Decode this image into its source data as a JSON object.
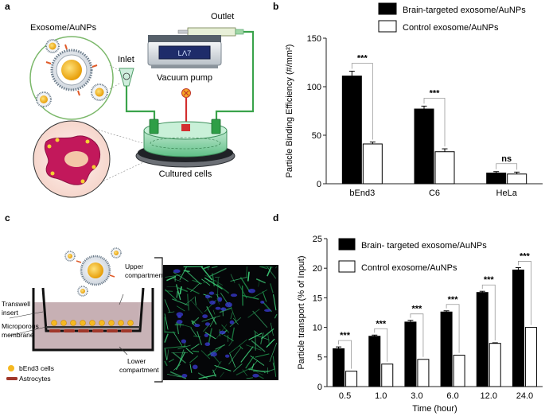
{
  "figure": {
    "panel_labels": {
      "a": "a",
      "b": "b",
      "c": "c",
      "d": "d"
    },
    "panel_a": {
      "exosome_label": "Exosome/AuNPs",
      "inlet_label": "Inlet",
      "outlet_label": "Outlet",
      "pump_label": "Vacuum pump",
      "pump_display": "LΛ7",
      "cells_label": "Cultured cells"
    },
    "panel_c": {
      "upper_label_1": "Upper",
      "upper_label_2": "compartment",
      "transwell_label_1": "Transwell",
      "transwell_label_2": "insert",
      "membrane_label_1": "Microporous",
      "membrane_label_2": "membrane",
      "lower_label_1": "Lower",
      "lower_label_2": "compartment",
      "legend_cells": "bEnd3 cells",
      "legend_astro": "Astrocytes"
    },
    "colors": {
      "brain": "#000000",
      "control": "#ffffff",
      "chamber_green": "#4caf50",
      "membrane_pink": "#b59a9f",
      "astro_red": "#a0372a",
      "gold": "#f5b821"
    }
  },
  "chart_data": [
    {
      "type": "bar",
      "panel": "b",
      "categories": [
        "bEnd3",
        "C6",
        "HeLa"
      ],
      "series": [
        {
          "name": "Brain-targeted exosome/AuNPs",
          "values": [
            111,
            77,
            11
          ],
          "errors": [
            5,
            3,
            1.5
          ]
        },
        {
          "name": "Control exosome/AuNPs",
          "values": [
            41,
            33,
            10
          ],
          "errors": [
            2,
            3,
            2
          ]
        }
      ],
      "significance": [
        "***",
        "***",
        "ns"
      ],
      "ylabel": "Particle Binding Efficiency (#/mm²)",
      "yticks": [
        0,
        50,
        100,
        150
      ],
      "ylim": [
        0,
        150
      ],
      "legend": "top"
    },
    {
      "type": "bar",
      "panel": "d",
      "categories": [
        "0.5",
        "1.0",
        "3.0",
        "6.0",
        "12.0",
        "24.0"
      ],
      "series": [
        {
          "name": "Brain- targeted exosome/AuNPs",
          "values": [
            6.4,
            8.5,
            10.9,
            12.6,
            15.9,
            19.7
          ],
          "errors": [
            0.3,
            0.2,
            0.3,
            0.2,
            0.2,
            0.4
          ]
        },
        {
          "name": "Control exosome/AuNPs",
          "values": [
            2.6,
            3.8,
            4.6,
            5.3,
            7.3,
            10.0
          ],
          "errors": [
            0,
            0,
            0,
            0,
            0.1,
            0
          ]
        }
      ],
      "significance": [
        "***",
        "***",
        "***",
        "***",
        "***",
        "***"
      ],
      "xlabel": "Time (hour)",
      "ylabel": "Particle transport (% of Input)",
      "yticks": [
        0,
        5,
        10,
        15,
        20,
        25
      ],
      "ylim": [
        0,
        25
      ],
      "legend": "top"
    }
  ]
}
